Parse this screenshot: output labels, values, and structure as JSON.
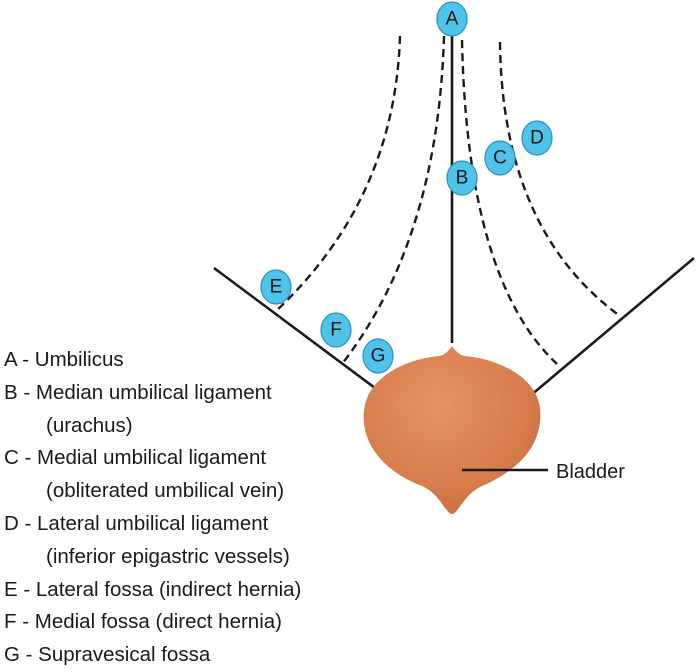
{
  "markers": [
    {
      "letter": "A"
    },
    {
      "letter": "B"
    },
    {
      "letter": "C"
    },
    {
      "letter": "D"
    },
    {
      "letter": "E"
    },
    {
      "letter": "F"
    },
    {
      "letter": "G"
    }
  ],
  "bladder_label": "Bladder",
  "legend": [
    {
      "main": "A - Umbilicus",
      "sub": ""
    },
    {
      "main": "B - Median umbilical ligament",
      "sub": "(urachus)"
    },
    {
      "main": "C - Medial umbilical ligament",
      "sub": "(obliterated umbilical vein)"
    },
    {
      "main": "D - Lateral umbilical ligament",
      "sub": "(inferior epigastric vessels)"
    },
    {
      "main": "E - Lateral fossa (indirect hernia)",
      "sub": ""
    },
    {
      "main": "F - Medial fossa (direct hernia)",
      "sub": ""
    },
    {
      "main": "G - Supravesical fossa",
      "sub": ""
    }
  ],
  "colors": {
    "marker_fill": "#4fc3ea",
    "marker_stroke": "#2a8fc0",
    "bladder_fill": "#d67a4a",
    "line": "#1a1a1a"
  }
}
